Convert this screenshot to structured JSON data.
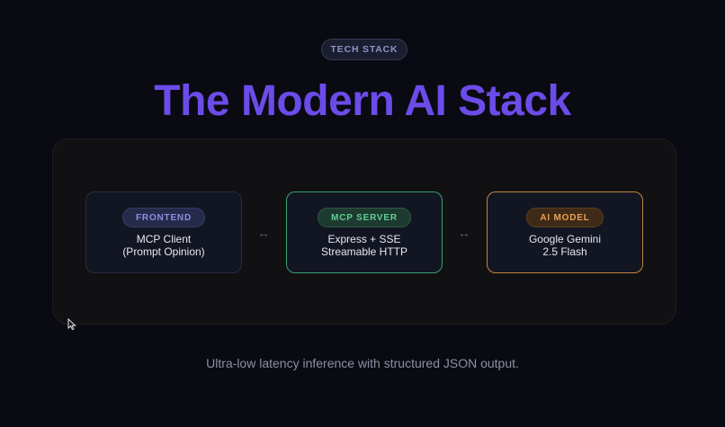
{
  "header": {
    "tag": "TECH STACK",
    "title": "The Modern AI Stack"
  },
  "stack": {
    "frontend": {
      "badge": "FRONTEND",
      "line1": "MCP Client",
      "line2": "(Prompt Opinion)"
    },
    "server": {
      "badge": "MCP SERVER",
      "line1": "Express + SSE",
      "line2": "Streamable HTTP"
    },
    "model": {
      "badge": "AI MODEL",
      "line1": "Google Gemini",
      "line2": "2.5 Flash"
    },
    "connector": "↔"
  },
  "caption": "Ultra-low latency inference with structured JSON output.",
  "colors": {
    "title": "#6c4ce8",
    "server_accent": "#3aa070",
    "model_accent": "#c08540",
    "frontend_accent": "#8a8fe2"
  },
  "icons": [
    "double-arrow-icon",
    "mouse-cursor-icon"
  ]
}
